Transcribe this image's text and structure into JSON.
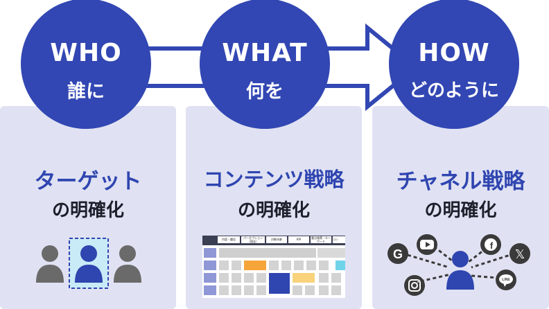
{
  "steps": [
    {
      "en": "WHO",
      "jp": "誰に",
      "title": "ターゲット",
      "sub": "の明確化"
    },
    {
      "en": "WHAT",
      "jp": "何を",
      "title": "コンテンツ戦略",
      "sub": "の明確化"
    },
    {
      "en": "HOW",
      "jp": "どのように",
      "title": "チャネル戦略",
      "sub": "の明確化"
    }
  ],
  "table": {
    "headers": [
      "内容・趣旨",
      "パーセプション（理念）",
      "対象年齢",
      "KPI",
      "重点施策・キーワード",
      "コン"
    ]
  },
  "channels": {
    "x_label": "𝕏",
    "line_label": "LINE",
    "google_label": "G"
  },
  "colors": {
    "primary": "#3247b3",
    "panel": "#e0e2f3",
    "person_gray": "#6a6a6a",
    "accent_orange": "#f5a53a",
    "accent_yellow": "#f8d37c",
    "accent_cyan": "#6fd3ea"
  }
}
